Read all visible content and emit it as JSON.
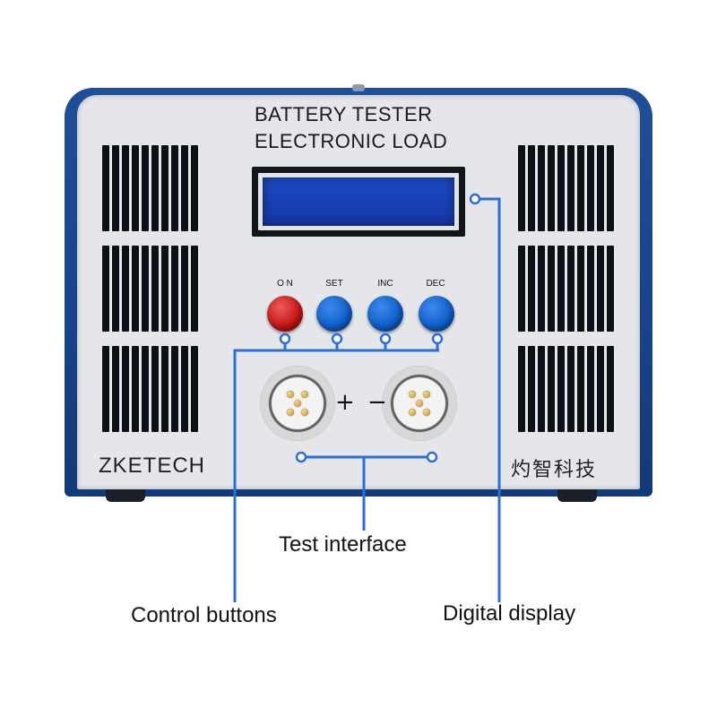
{
  "device": {
    "title_line1": "BATTERY TESTER",
    "title_line2": "ELECTRONIC  LOAD",
    "brand": "ZKETECH",
    "brand_cn": "灼智科技",
    "buttons": [
      {
        "label": "O N",
        "color": "red"
      },
      {
        "label": "SET",
        "color": "blue"
      },
      {
        "label": "INC",
        "color": "blue"
      },
      {
        "label": "DEC",
        "color": "blue"
      }
    ],
    "terminals": {
      "positive": "+",
      "negative": "−"
    }
  },
  "callouts": {
    "test_interface": "Test interface",
    "control_buttons": "Control buttons",
    "digital_display": "Digital display"
  },
  "colors": {
    "housing": "#1f4f9a",
    "panel": "#e4e6ea",
    "display": "#1d49c4",
    "button_red": "#c11414",
    "button_blue": "#0f5ec9",
    "callout_line": "#2b6fd6"
  }
}
